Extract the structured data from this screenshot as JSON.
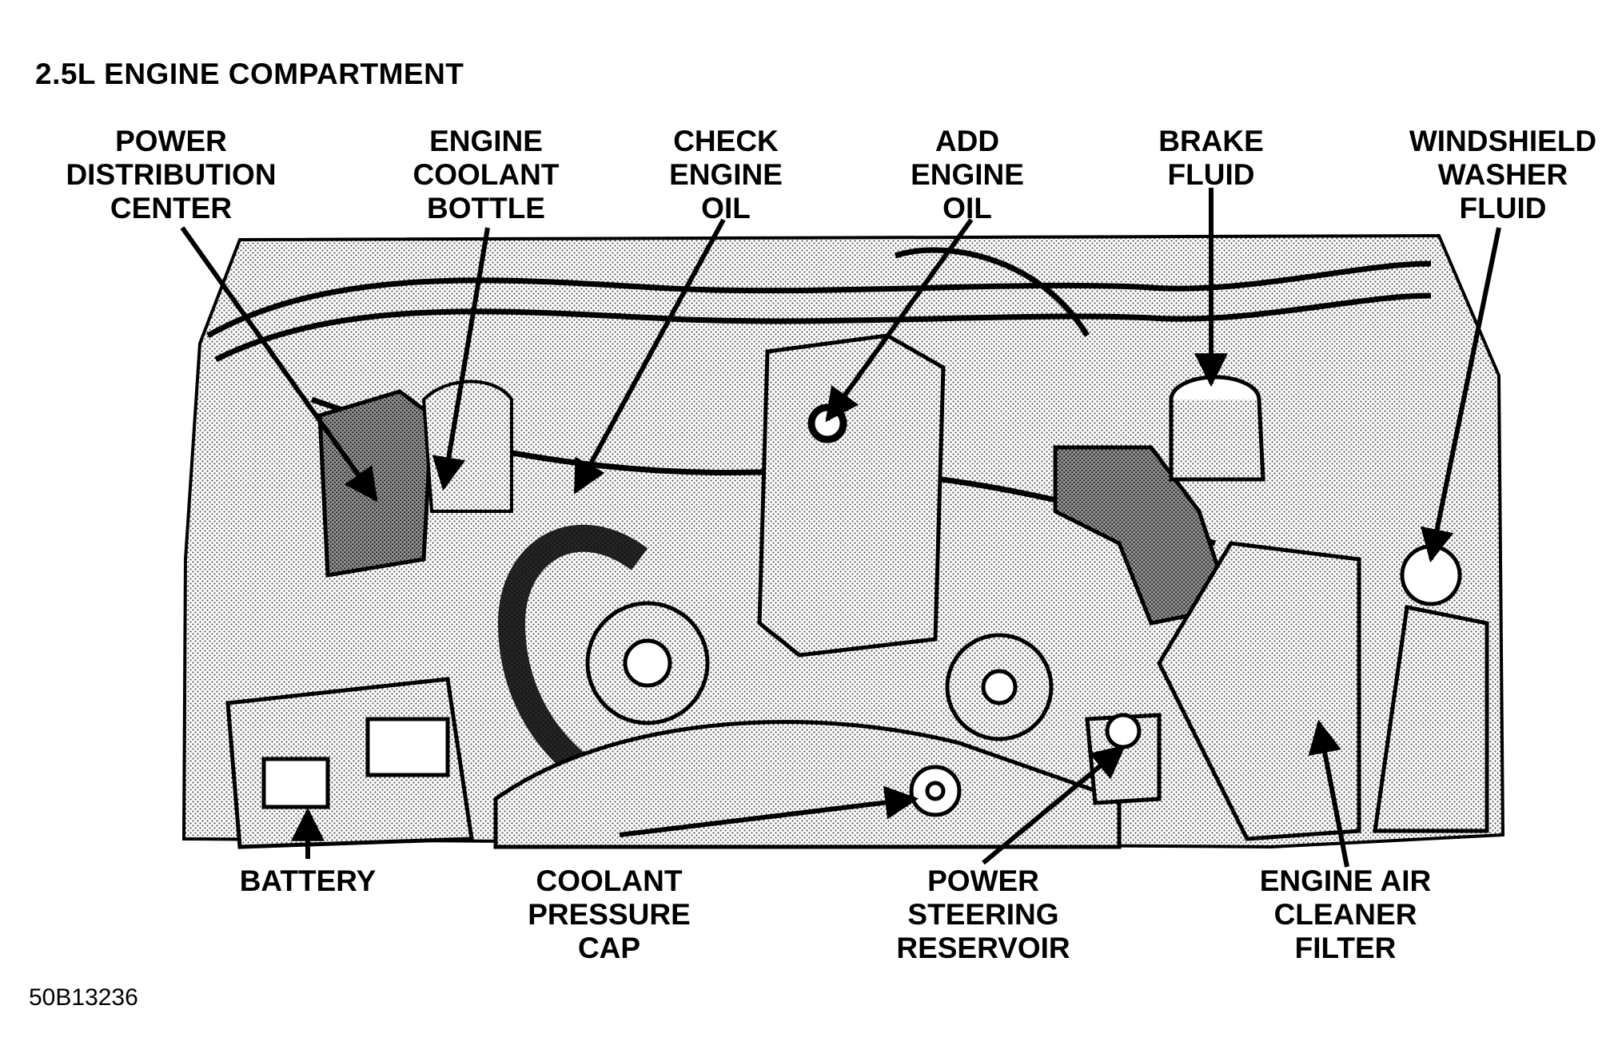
{
  "title": "2.5L ENGINE COMPARTMENT",
  "figure_id": "50B13236",
  "labels": {
    "power_distribution_center": [
      "POWER",
      "DISTRIBUTION",
      "CENTER"
    ],
    "engine_coolant_bottle": [
      "ENGINE",
      "COOLANT",
      "BOTTLE"
    ],
    "check_engine_oil": [
      "CHECK",
      "ENGINE",
      "OIL"
    ],
    "add_engine_oil": [
      "ADD",
      "ENGINE",
      "OIL"
    ],
    "brake_fluid": [
      "BRAKE",
      "FLUID"
    ],
    "windshield_washer_fluid": [
      "WINDSHIELD",
      "WASHER",
      "FLUID"
    ],
    "battery": [
      "BATTERY"
    ],
    "coolant_pressure_cap": [
      "COOLANT",
      "PRESSURE",
      "CAP"
    ],
    "power_steering_reservoir": [
      "POWER",
      "STEERING",
      "RESERVOIR"
    ],
    "engine_air_cleaner_filter": [
      "ENGINE AIR",
      "CLEANER",
      "FILTER"
    ]
  }
}
